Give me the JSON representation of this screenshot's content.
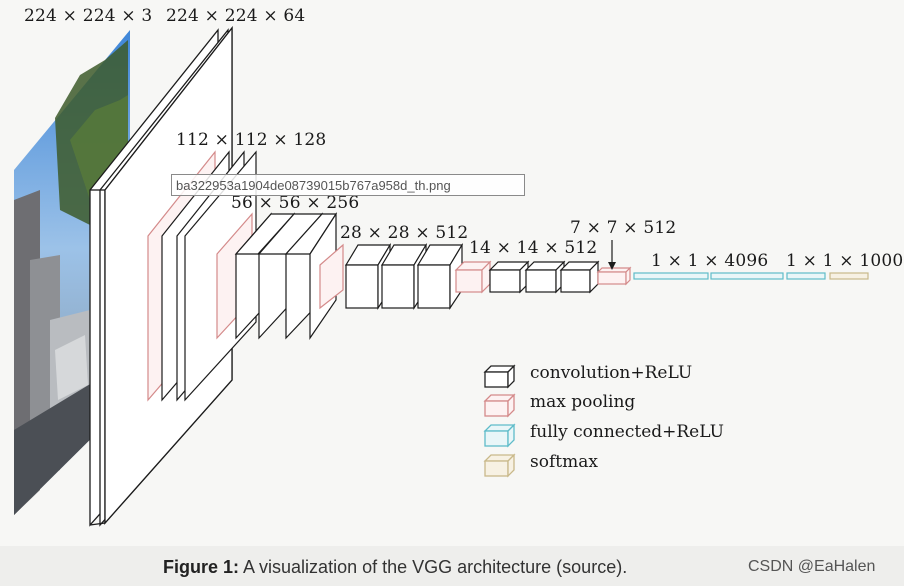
{
  "layer_labels": [
    "224 × 224 × 3",
    "224 × 224 × 64",
    "112 × 112 × 128",
    "56 × 56 × 256",
    "28 × 28 × 512",
    "14 × 14 × 512",
    "7 × 7 × 512",
    "1 × 1 × 4096",
    "1 × 1 × 1000"
  ],
  "legend": [
    {
      "label": "convolution+ReLU",
      "color": "#222222"
    },
    {
      "label": "max pooling",
      "color": "#d48a8a"
    },
    {
      "label": "fully connected+ReLU",
      "color": "#5fbcc9"
    },
    {
      "label": "softmax",
      "color": "#c9b98a"
    }
  ],
  "filename_overlay": "ba322953a1904de08739015b767a958d_th.png",
  "caption": {
    "prefix": "Figure 1:",
    "text": " A visualization of the VGG architecture (source)."
  },
  "watermark": "CSDN @EaHalen"
}
